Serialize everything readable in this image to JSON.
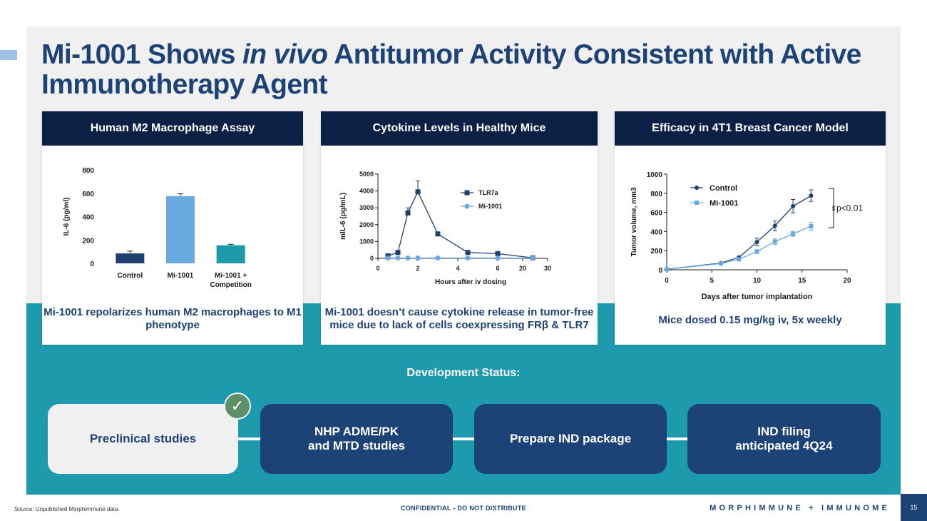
{
  "title": {
    "part1": "Mi-1001 Shows ",
    "italic": "in vivo",
    "part2": " Antitumor Activity Consistent with Active Immunotherapy Agent"
  },
  "panels": [
    {
      "header": "Human M2 Macrophage Assay",
      "caption": "Mi-1001 repolarizes human M2 macrophages to M1 phenotype"
    },
    {
      "header": "Cytokine Levels in Healthy Mice",
      "caption": "Mi-1001 doesn’t cause cytokine release in tumor-free mice due to lack of cells coexpressing FRβ & TLR7"
    },
    {
      "header": "Efficacy in 4T1 Breast Cancer Model",
      "caption": "Mice dosed 0.15 mg/kg iv, 5x weekly"
    }
  ],
  "chart_data": [
    {
      "type": "bar",
      "categories": [
        "Control",
        "Mi-1001",
        "Mi-1001 + Competition"
      ],
      "values": [
        85,
        575,
        155
      ],
      "errors": [
        20,
        20,
        8
      ],
      "colors": [
        "#1d3f6e",
        "#6aa8e0",
        "#1e9aad"
      ],
      "ylabel": "IL-6 (pg/ml)",
      "ylim": [
        0,
        800
      ],
      "yticks": [
        0,
        200,
        400,
        600,
        800
      ],
      "grid": false
    },
    {
      "type": "line",
      "xlabel": "Hours after iv dosing",
      "ylabel": "mIL-6 (pg/mL)",
      "ylim": [
        0,
        5000
      ],
      "yticks": [
        0,
        1000,
        2000,
        3000,
        4000,
        5000
      ],
      "xticks": [
        "0",
        "2",
        "4",
        "6",
        "20",
        "30"
      ],
      "axis_break": [
        8,
        18
      ],
      "legend_position": "top-right",
      "grid": false,
      "series": [
        {
          "name": "TLR7a",
          "color": "#1d3f6e",
          "marker": "square",
          "x": [
            0.5,
            1,
            1.5,
            2,
            3,
            4.5,
            6,
            24
          ],
          "y": [
            150,
            350,
            2700,
            3950,
            1450,
            350,
            280,
            30
          ],
          "err": [
            0,
            0,
            300,
            650,
            120,
            0,
            0,
            0
          ]
        },
        {
          "name": "Mi-1001",
          "color": "#6aa8e0",
          "marker": "circle",
          "x": [
            0.5,
            1,
            1.5,
            2,
            3,
            4.5,
            6,
            24
          ],
          "y": [
            20,
            20,
            20,
            20,
            20,
            20,
            20,
            20
          ],
          "err": [
            0,
            0,
            0,
            0,
            0,
            0,
            0,
            0
          ]
        }
      ]
    },
    {
      "type": "line",
      "xlabel": "Days after tumor implantation",
      "ylabel": "Tumor volume, mm3",
      "ylim": [
        0,
        1000
      ],
      "yticks": [
        0,
        200,
        400,
        600,
        800,
        1000
      ],
      "xlim": [
        0,
        20
      ],
      "xticks": [
        0,
        5,
        10,
        15,
        20
      ],
      "legend_position": "top-left",
      "grid": false,
      "annotation": {
        "stars": "**",
        "text": "p<0.01"
      },
      "series": [
        {
          "name": "Control",
          "color": "#1d3f6e",
          "marker": "circle",
          "x": [
            0,
            6,
            8,
            10,
            12,
            14,
            16
          ],
          "y": [
            5,
            70,
            130,
            290,
            460,
            665,
            775
          ],
          "err": [
            0,
            0,
            0,
            40,
            50,
            70,
            60
          ]
        },
        {
          "name": "Mi-1001",
          "color": "#6aa8e0",
          "marker": "square",
          "x": [
            0,
            6,
            8,
            10,
            12,
            14,
            16
          ],
          "y": [
            5,
            65,
            110,
            190,
            295,
            375,
            455
          ],
          "err": [
            0,
            0,
            0,
            20,
            30,
            25,
            40
          ]
        }
      ]
    }
  ],
  "status": {
    "title": "Development Status:",
    "steps": [
      {
        "line1": "Preclinical studies",
        "line2": "",
        "done": true
      },
      {
        "line1": "NHP ADME/PK",
        "line2": "and MTD studies",
        "done": false
      },
      {
        "line1": "Prepare IND package",
        "line2": "",
        "done": false
      },
      {
        "line1": "IND filing",
        "line2": "anticipated 4Q24",
        "done": false
      }
    ],
    "check_icon": "✓"
  },
  "footer": {
    "source": "Source: Unpublished Morphimmune data.",
    "confidential": "CONFIDENTIAL - DO NOT DISTRIBUTE",
    "brand": "MORPHIMMUNE + IMMUNOME",
    "page": "15"
  },
  "colors": {
    "navy": "#1d4276",
    "header": "#0c2046",
    "teal": "#1e9aad",
    "light_blue": "#6aa8e0"
  }
}
